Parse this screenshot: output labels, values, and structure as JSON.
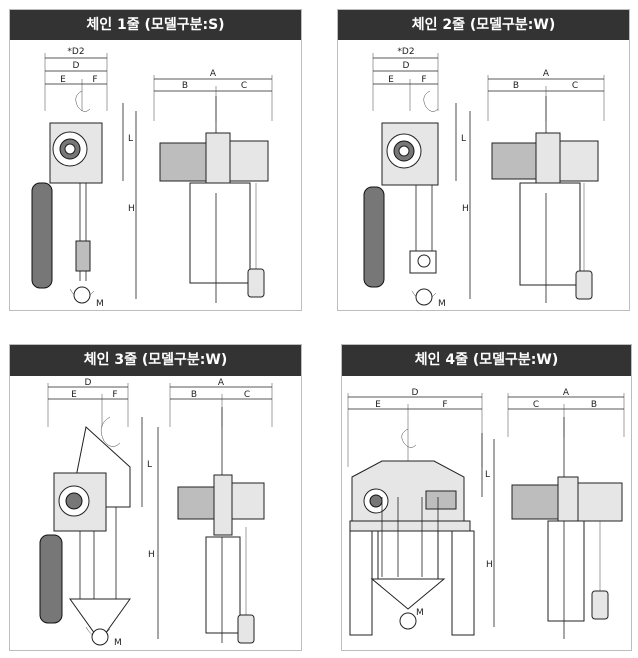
{
  "panels": [
    {
      "title": "체인 1줄 (모델구분:S)",
      "dims": {
        "d2": "*D2",
        "d": "D",
        "e": "E",
        "f": "F",
        "a": "A",
        "b": "B",
        "c": "C",
        "l": "L",
        "h": "H",
        "m": "M"
      }
    },
    {
      "title": "체인 2줄 (모델구분:W)",
      "dims": {
        "d2": "*D2",
        "d": "D",
        "e": "E",
        "f": "F",
        "a": "A",
        "b": "B",
        "c": "C",
        "l": "L",
        "h": "H",
        "m": "M"
      }
    },
    {
      "title": "체인 3줄 (모델구분:W)",
      "dims": {
        "d": "D",
        "e": "E",
        "f": "F",
        "a": "A",
        "b": "B",
        "c": "C",
        "l": "L",
        "h": "H",
        "m": "M"
      }
    },
    {
      "title": "체인 4줄 (모델구분:W)",
      "dims": {
        "d": "D",
        "e": "E",
        "f": "F",
        "a": "A",
        "c": "C",
        "b": "B",
        "l": "L",
        "h": "H",
        "m": "M"
      }
    }
  ]
}
